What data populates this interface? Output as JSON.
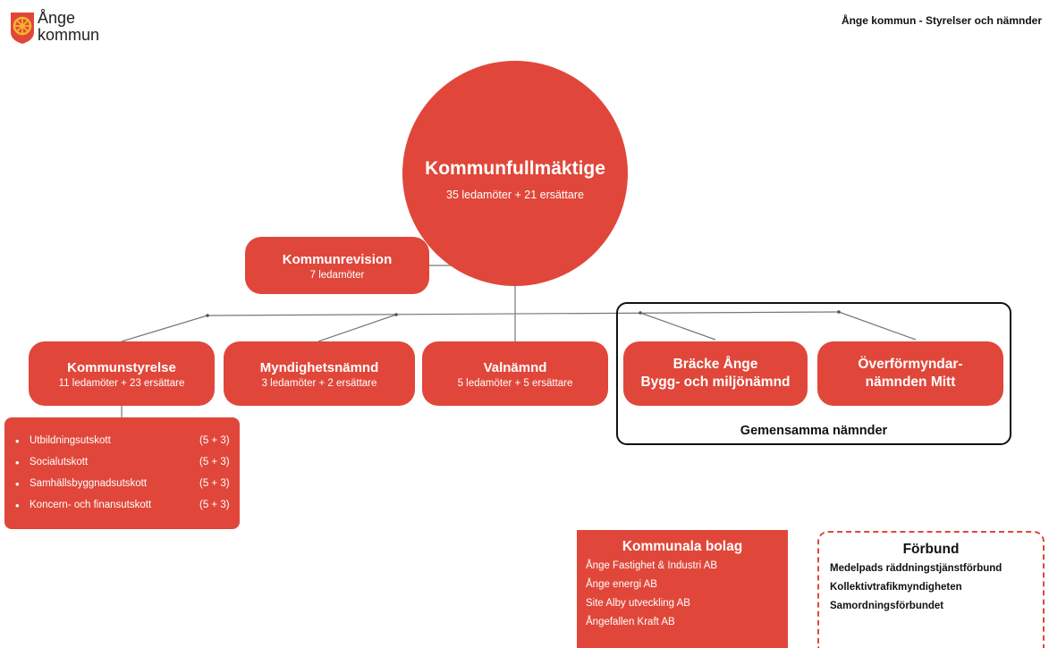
{
  "header": {
    "logo_line1": "Ånge",
    "logo_line2": "kommun",
    "page_title": "Ånge kommun - Styrelser och nämnder"
  },
  "fullmaktige": {
    "title": "Kommunfullmäktige",
    "subtitle": "35 ledamöter + 21 ersättare"
  },
  "revision": {
    "title": "Kommunrevision",
    "subtitle": "7 ledamöter"
  },
  "kommunstyrelse": {
    "title": "Kommunstyrelse",
    "subtitle": "11 ledamöter + 23 ersättare"
  },
  "myndighetsnamnd": {
    "title": "Myndighetsnämnd",
    "subtitle": "3 ledamöter + 2 ersättare"
  },
  "valnamnd": {
    "title": "Valnämnd",
    "subtitle": "5 ledamöter + 5 ersättare"
  },
  "bracke": {
    "line1": "Bräcke Ånge",
    "line2": "Bygg- och miljönämnd"
  },
  "overformyndar": {
    "line1": "Överförmyndar-",
    "line2": "nämnden Mitt"
  },
  "gemensamma": {
    "label": "Gemensamma nämnder"
  },
  "utskott": [
    {
      "bullet": "•",
      "name": "Utbildningsutskott",
      "count": "(5 + 3)"
    },
    {
      "bullet": "•",
      "name": "Socialutskott",
      "count": "(5 + 3)"
    },
    {
      "bullet": "•",
      "name": "Samhällsbyggnadsutskott",
      "count": "(5 + 3)"
    },
    {
      "bullet": "•",
      "name": "Koncern- och finansutskott",
      "count": "(5 + 3)"
    }
  ],
  "bolag": {
    "title": "Kommunala bolag",
    "items": [
      "Ånge Fastighet & Industri AB",
      "Ånge energi AB",
      "Site Alby utveckling AB",
      "Ångefallen Kraft AB"
    ]
  },
  "forbund": {
    "title": "Förbund",
    "items": [
      "Medelpads räddningstjänstförbund",
      "Kollektivtrafikmyndigheten",
      "Samordningsförbundet"
    ]
  },
  "colors": {
    "brand_red": "#e0473a",
    "logo_yellow": "#f3b62c"
  }
}
